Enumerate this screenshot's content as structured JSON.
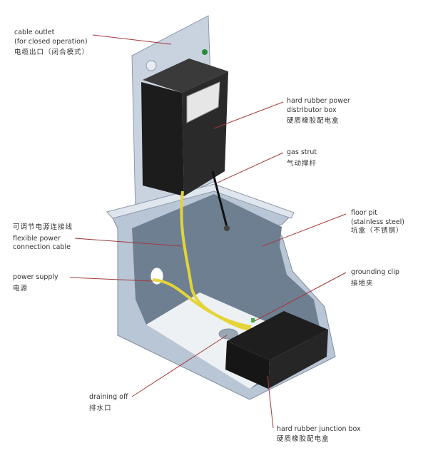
{
  "colors": {
    "leader": "#a03a3a",
    "steel": "#b9c6d6",
    "steel_dark": "#8d9aab",
    "box": "#1c1c1c",
    "cable": "#e3d43a"
  },
  "labels": {
    "cable_outlet": {
      "en1": "cable outlet",
      "en2": "(for closed operation)",
      "zh": "电缆出口（闭合模式）"
    },
    "distributor_box": {
      "en1": "hard rubber power",
      "en2": "distributor box",
      "zh": "硬质橡胶配电盒"
    },
    "gas_strut": {
      "en1": "gas strut",
      "zh": "气动撑杆"
    },
    "flexible_cable": {
      "zh": "可调节电源连接线",
      "en1": "flexible power",
      "en2": "connection cable"
    },
    "floor_pit": {
      "en1": "floor pit",
      "en2": "(stainless steel)",
      "zh": "坑盒（不锈钢）"
    },
    "power_supply": {
      "en1": "power supply",
      "zh": "电源"
    },
    "grounding_clip": {
      "en1": "grounding clip",
      "zh": "接地夹"
    },
    "draining_off": {
      "en1": "draining off",
      "zh": "排水口"
    },
    "junction_box": {
      "en1": "hard rubber junction box",
      "zh": "硬质橡胶配电盒"
    }
  }
}
